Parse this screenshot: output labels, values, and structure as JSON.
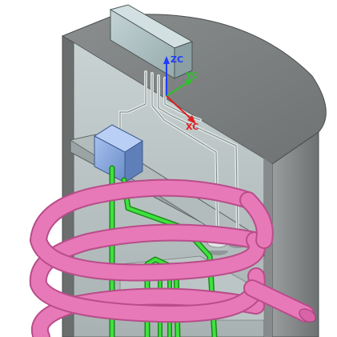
{
  "axes": {
    "z_label": "ZC",
    "y_label": "YC",
    "x_label": "XC",
    "z_color": "#1f3cff",
    "y_color": "#2fbf2f",
    "x_color": "#e02020"
  },
  "colors": {
    "tank_body": "#8c8f8f",
    "tank_dark": "#5e6161",
    "tank_top": "#7c7f80",
    "interior": "#b9c2c2",
    "shelf": "#a7b1b1",
    "control_box": "#a9bdbf",
    "junction_box": "#7f9fd8",
    "coil": "#e879b8",
    "coil_dark": "#b84d8a",
    "green_pipe": "#2cd12c",
    "sensor": "#cfd6d6"
  }
}
